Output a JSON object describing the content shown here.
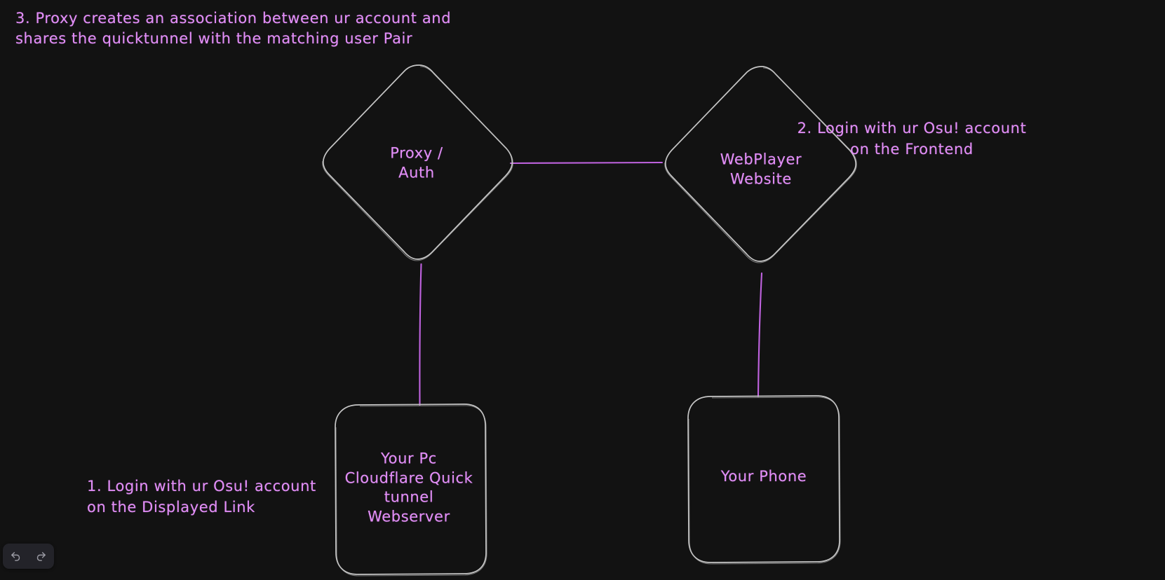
{
  "canvas": {
    "background_color": "#121212",
    "shape_stroke_color": "#c6c6c6",
    "connector_color": "#c063e0",
    "text_color": "#e28ef7"
  },
  "nodes": [
    {
      "id": "proxy-auth",
      "shape": "diamond",
      "label": "Proxy /\nAuth"
    },
    {
      "id": "webplayer-website",
      "shape": "diamond",
      "label": "WebPlayer\nWebsite"
    },
    {
      "id": "your-pc",
      "shape": "rounded-rectangle",
      "label": "Your Pc\nCloudflare Quick\ntunnel\nWebserver"
    },
    {
      "id": "your-phone",
      "shape": "rounded-rectangle",
      "label": "Your Phone"
    }
  ],
  "annotations": [
    {
      "id": "step-1",
      "text": "1. Login with ur Osu! account\non the Displayed Link"
    },
    {
      "id": "step-2",
      "text": "2. Login with ur Osu! account\non the Frontend"
    },
    {
      "id": "step-3",
      "text": "3. Proxy creates an association between ur account and\nshares the quicktunnel with the matching user Pair"
    }
  ],
  "connectors": [
    {
      "id": "proxy-to-webplayer",
      "from": "proxy-auth",
      "to": "webplayer-website"
    },
    {
      "id": "proxy-to-your-pc",
      "from": "proxy-auth",
      "to": "your-pc"
    },
    {
      "id": "webplayer-to-your-phone",
      "from": "webplayer-website",
      "to": "your-phone"
    }
  ],
  "toolbar": {
    "undo_label": "undo-icon",
    "redo_label": "redo-icon"
  }
}
